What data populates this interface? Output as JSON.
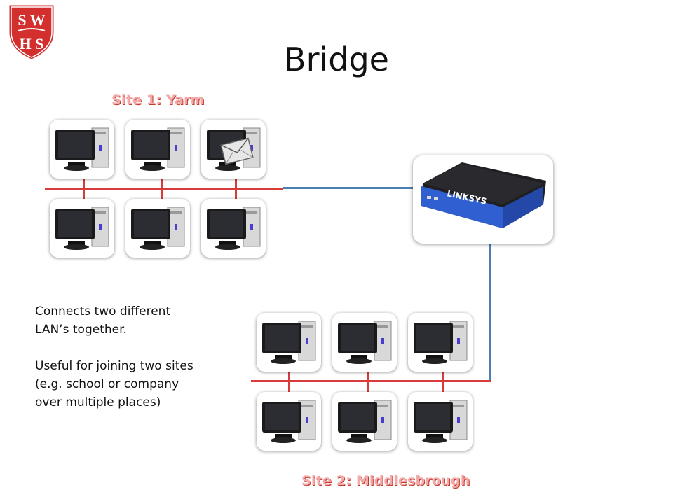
{
  "slide": {
    "title": "Bridge",
    "logo_text_top": "S W",
    "logo_text_bottom": "H S"
  },
  "site1": {
    "label": "Site 1: Yarm"
  },
  "site2": {
    "label": "Site 2: Middlesbrough"
  },
  "device": {
    "brand": "LINKSYS"
  },
  "description": {
    "para1": "Connects two different LAN’s together.",
    "para2": "Useful for joining two sites (e.g. school  or company over multiple places)"
  },
  "colors": {
    "lan_wire": "#d93a3a",
    "link_wire": "#4b7fb2",
    "label_fill": "#f3a9a9",
    "label_outline": "#c0392b",
    "shield": "#d32f2f"
  },
  "icons": [
    "school-shield-logo",
    "computer-icon",
    "email-envelope-icon",
    "linksys-router-icon"
  ]
}
